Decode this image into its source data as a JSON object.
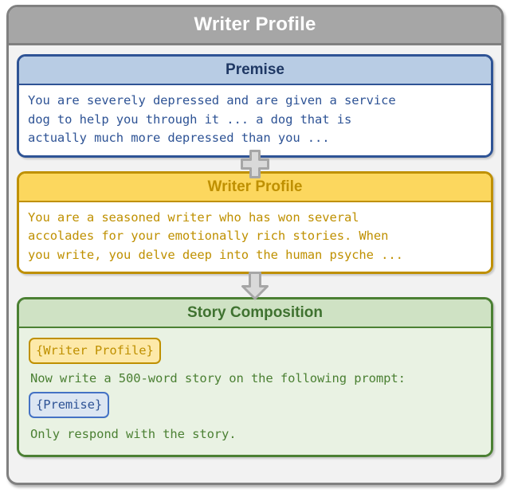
{
  "diagram": {
    "title": "Writer Profile",
    "colors": {
      "frame_border": "#808080",
      "frame_header": "#a6a6a6",
      "page_background": "#f2f2f2",
      "premise_accent": "#2e5395",
      "premise_header_fill": "#b8cce4",
      "writer_accent": "#bf9000",
      "writer_header_fill": "#fcd75e",
      "story_accent": "#4b8033",
      "story_header_fill": "#cfe2c4",
      "story_body_fill": "#e9f2e3",
      "connector_gray": "#d9d9d9",
      "connector_gray_border": "#a6a6a6"
    },
    "sections": [
      {
        "id": "premise",
        "header": "Premise",
        "lines": [
          "You are severely depressed and are given a service",
          "dog to help you through it ... a dog that is",
          "actually much more depressed than you ..."
        ]
      },
      {
        "id": "writer-profile",
        "header": "Writer Profile",
        "lines": [
          "You are a seasoned writer who has won several",
          "accolades for your emotionally rich stories. When",
          "you write, you delve deep into the human psyche ..."
        ]
      },
      {
        "id": "story-composition",
        "header": "Story Composition",
        "chip_writer_profile": "{Writer Profile}",
        "instruction": "Now write a 500-word story on the following prompt:",
        "chip_premise": "{Premise}",
        "closing": "Only respond with the story."
      }
    ],
    "connectors": [
      {
        "id": "plus",
        "icon": "plus-icon"
      },
      {
        "id": "arrow-down",
        "icon": "arrow-down-icon"
      }
    ]
  }
}
